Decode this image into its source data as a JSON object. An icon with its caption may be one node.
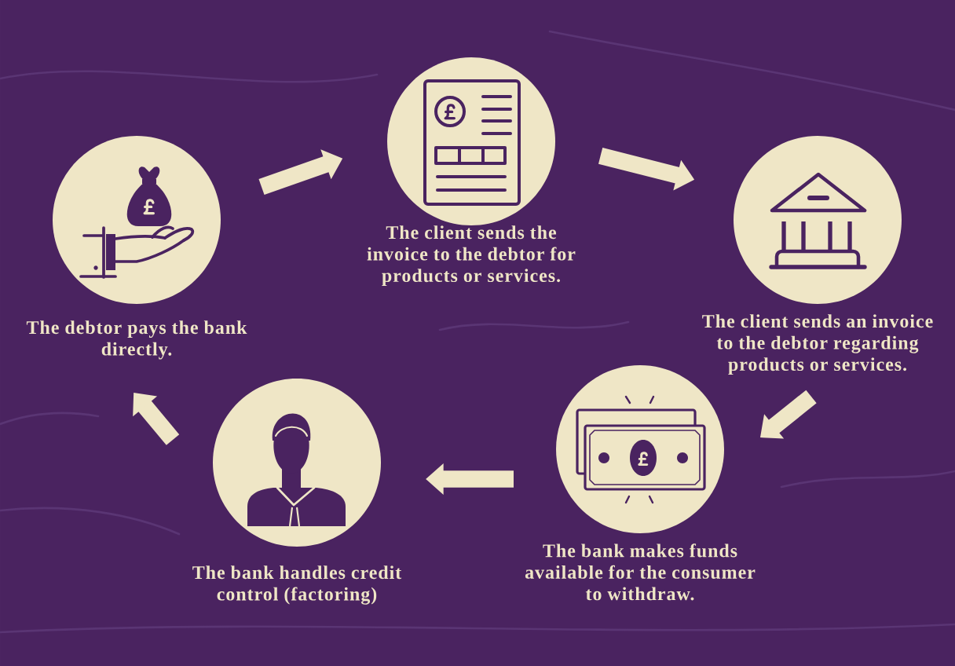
{
  "diagram": {
    "nodes": [
      {
        "text": [],
        "shape": "circle",
        "beside": [
          "The client sends the invoice to the debtor for products or services."
        ]
      },
      {
        "text": [],
        "shape": "circle",
        "beside": [
          "The client sends an invoice to the debtor regarding products or services."
        ]
      },
      {
        "text": [],
        "shape": "circle",
        "beside": [
          "The bank makes funds available for the consumer to withdraw."
        ]
      },
      {
        "text": [],
        "shape": "circle",
        "beside": [
          "The bank handles credit control (factoring)"
        ]
      },
      {
        "text": [],
        "shape": "circle",
        "beside": [
          "The debtor pays the bank directly."
        ]
      }
    ],
    "edges": [
      {
        "from": 0,
        "to": 1,
        "arrow": "to"
      },
      {
        "from": 1,
        "to": 2,
        "arrow": "to"
      },
      {
        "from": 2,
        "to": 3,
        "arrow": "to"
      },
      {
        "from": 3,
        "to": 4,
        "arrow": "to"
      },
      {
        "from": 4,
        "to": 0,
        "arrow": "to"
      }
    ]
  }
}
